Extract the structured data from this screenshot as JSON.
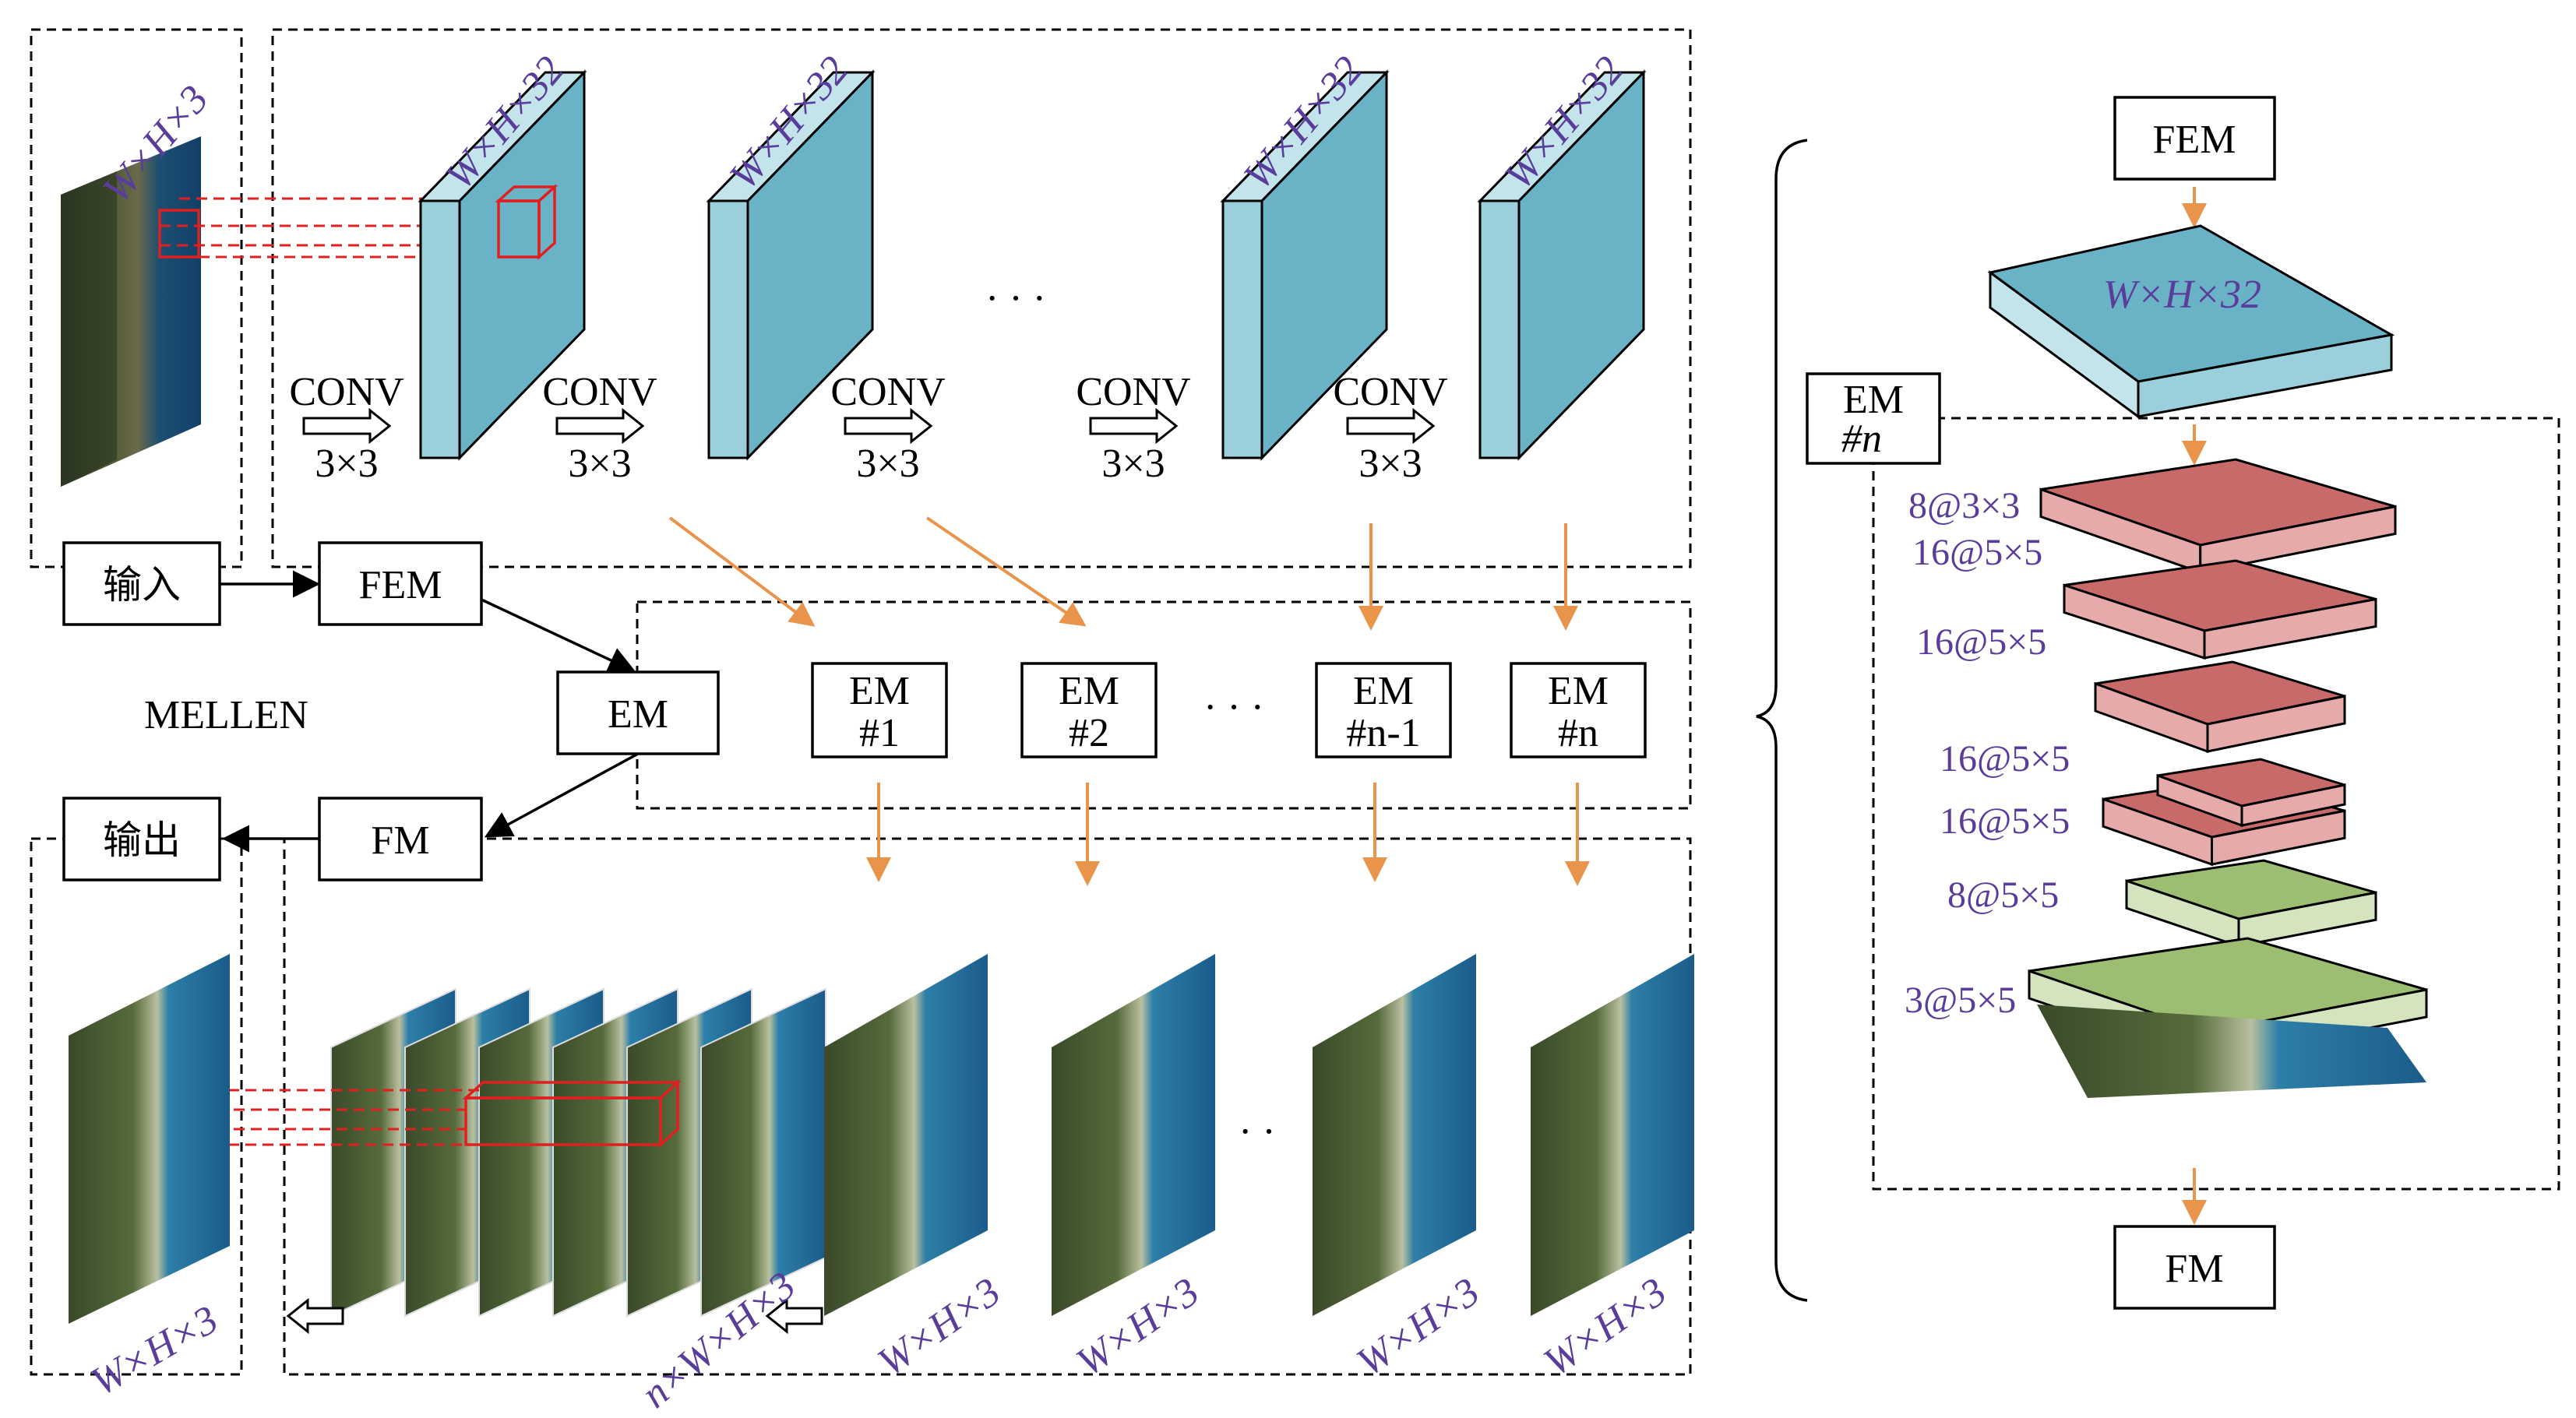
{
  "colors": {
    "block_front": "#6ab2c6",
    "block_side": "#9ccfdc",
    "block_top": "#c4e4ec",
    "em_red": "#c8696a",
    "em_red_edge": "#e5aaa9",
    "em_green": "#9dbd72",
    "em_green_edge": "#d3e4bf",
    "arrow_orange": "#e8944a",
    "dim_text": "#5a3d9a",
    "highlight_red": "#e02020"
  },
  "labels": {
    "input_dim": "W×H×3",
    "feature_dim": "W×H×32",
    "conv": "CONV",
    "kernel": "3×3",
    "ellipsis": "· · ·",
    "stack_dim": "n×W×H×3",
    "output_dim": "W×H×3"
  },
  "flow": {
    "input": "输入",
    "fem": "FEM",
    "em": "EM",
    "fm": "FM",
    "output": "输出",
    "model": "MELLEN"
  },
  "em_modules": [
    {
      "line1": "EM",
      "line2": "#1"
    },
    {
      "line1": "EM",
      "line2": "#2"
    },
    {
      "line1": "EM",
      "line2": "#n-1"
    },
    {
      "line1": "EM",
      "line2": "#n"
    }
  ],
  "detail": {
    "top_box": "FEM",
    "feature_label": "W×H×32",
    "em_tag_line1": "EM",
    "em_tag_line2": "#n",
    "bottom_box": "FM",
    "layers": [
      {
        "label": "8@3×3",
        "kind": "red"
      },
      {
        "label": "16@5×5",
        "kind": "red"
      },
      {
        "label": "16@5×5",
        "kind": "red"
      },
      {
        "label": "16@5×5",
        "kind": "red"
      },
      {
        "label": "16@5×5",
        "kind": "red"
      },
      {
        "label": "8@5×5",
        "kind": "green"
      },
      {
        "label": "3@5×5",
        "kind": "green"
      }
    ]
  }
}
